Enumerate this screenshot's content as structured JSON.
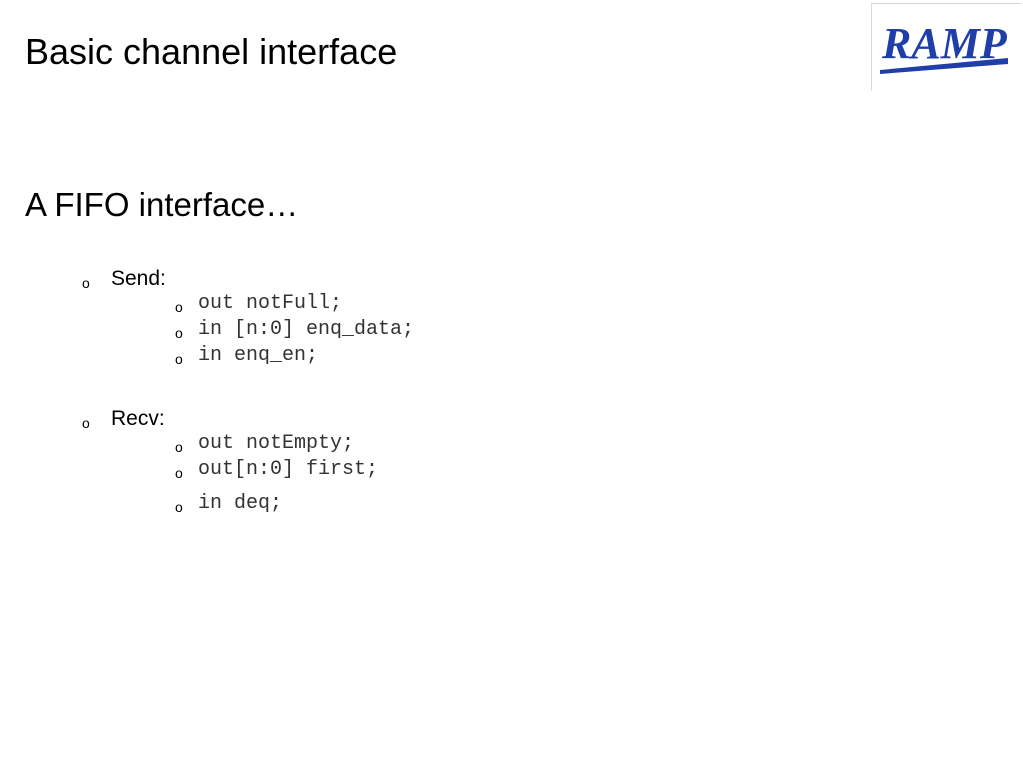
{
  "slide": {
    "title": "Basic channel interface",
    "logo_text": "RAMP",
    "heading": "A FIFO interface…",
    "bullet_glyph": "o",
    "sections": [
      {
        "label": "Send:",
        "items": [
          "out notFull;",
          "in [n:0] enq_data;",
          "in enq_en;"
        ]
      },
      {
        "label": "Recv:",
        "items": [
          "out notEmpty;",
          "out[n:0] first;",
          "in deq;"
        ]
      }
    ]
  },
  "colors": {
    "logo_blue": "#1f3ea8",
    "text": "#000000",
    "code": "#333333"
  }
}
